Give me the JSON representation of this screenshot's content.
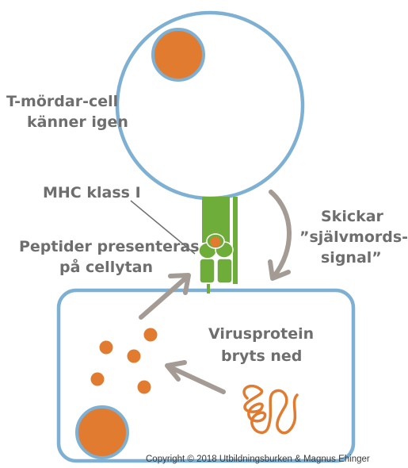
{
  "labels": {
    "t_cell": [
      "T-mördar-cell",
      "känner igen"
    ],
    "mhc": "MHC klass I",
    "peptides": [
      "Peptider presenteras",
      "på cellytan"
    ],
    "signal": [
      "Skickar",
      "”självmords-",
      "signal”"
    ],
    "virus": [
      "Virusprotein",
      "bryts ned"
    ]
  },
  "copyright": "Copyright © 2018 Utbildningsburken & Magnus Ehinger",
  "colors": {
    "membrane": "#7eb0d4",
    "nucleus": "#e07b30",
    "receptor": "#6fad3b",
    "arrow": "#a39b94",
    "text": "#6e6e6e"
  }
}
